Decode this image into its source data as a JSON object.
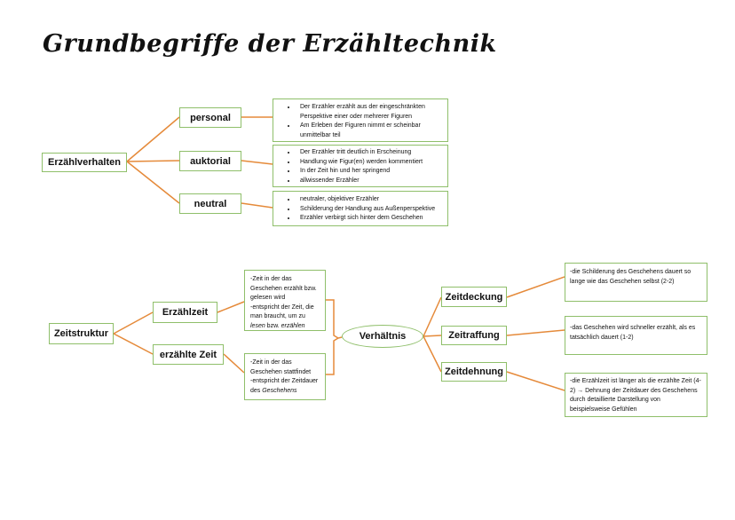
{
  "title": "Grundbegriffe der Erzähltechnik",
  "top": {
    "root": "Erzählverhalten",
    "branches": [
      {
        "label": "personal",
        "items": [
          "Der Erzähler erzählt aus der eingeschränkten Perspektive einer oder mehrerer Figuren",
          "Am Erleben der Figuren nimmt er scheinbar unmittelbar teil"
        ]
      },
      {
        "label": "auktorial",
        "items": [
          "Der Erzähler tritt deutlich in Erscheinung",
          "Handlung wie Figur(en) werden kommentiert",
          "In der Zeit hin und her springend",
          "allwissender Erzähler"
        ]
      },
      {
        "label": "neutral",
        "items": [
          "neutraler, objektiver Erzähler",
          "Schilderung der Handlung aus Außenperspektive",
          "Erzähler verbirgt sich hinter dem Geschehen"
        ]
      }
    ]
  },
  "bottom": {
    "root": "Zeitstruktur",
    "erzaehlzeit": {
      "label": "Erzählzeit",
      "l1": "-Zeit in der das Geschehen erzählt bzw. gelesen wird",
      "l2": "-entspricht der Zeit, die man braucht, um zu ",
      "i1": "lesen",
      "mid": " bzw. ",
      "i2": "erzählen"
    },
    "erzaehlte": {
      "label": "erzählte Zeit",
      "l1": "-Zeit in der das Geschehen stattfindet",
      "l2": "-entspricht der Zeitdauer des ",
      "i1": "Geschehens"
    },
    "center": "Verhältnis",
    "relations": [
      {
        "label": "Zeitdeckung",
        "text": "-die Schilderung des Geschehens dauert so lange wie das Geschehen selbst (2-2)"
      },
      {
        "label": "Zeitraffung",
        "text": "-das Geschehen wird schneller erzählt, als es tatsächlich dauert (1-2)"
      },
      {
        "label": "Zeitdehnung",
        "text": "-die Erzählzeit ist länger als die erzählte Zeit (4-2) → Dehnung der Zeitdauer des Geschehens durch detaillierte Darstellung von beispielsweise Gefühlen"
      }
    ]
  },
  "colors": {
    "line": "#e58a3a",
    "border": "#8fbf6a"
  }
}
